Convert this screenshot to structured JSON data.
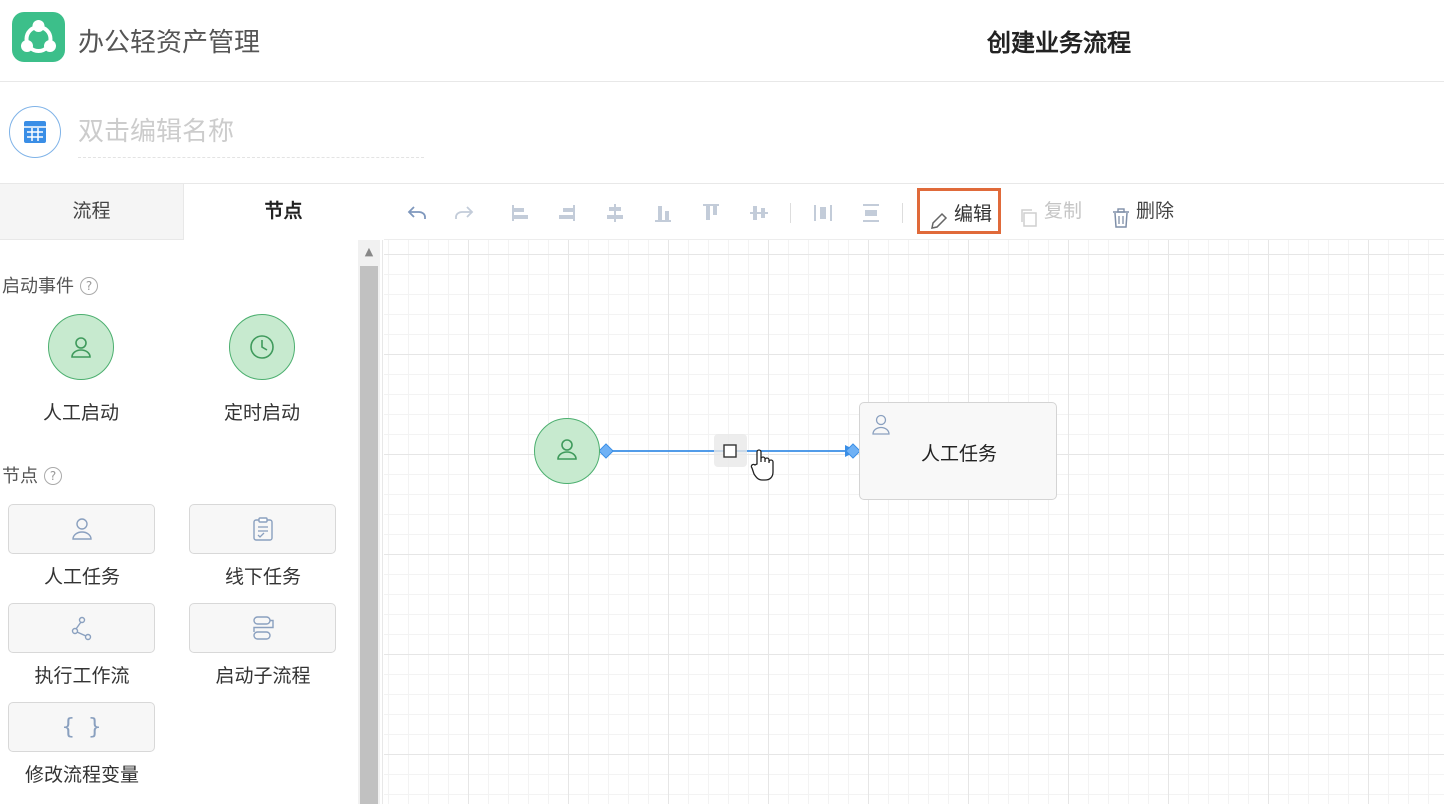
{
  "header": {
    "app_name": "办公轻资产管理",
    "page_title": "创建业务流程"
  },
  "name_row": {
    "placeholder": "双击编辑名称"
  },
  "left_panel": {
    "tabs": [
      {
        "label": "流程",
        "active": false
      },
      {
        "label": "节点",
        "active": true
      }
    ],
    "start_events": {
      "label": "启动事件",
      "help": "?",
      "items": [
        {
          "label": "人工启动",
          "icon": "user-icon"
        },
        {
          "label": "定时启动",
          "icon": "clock-icon"
        }
      ]
    },
    "nodes": {
      "label": "节点",
      "help": "?",
      "items": [
        {
          "label": "人工任务",
          "icon": "user-icon"
        },
        {
          "label": "线下任务",
          "icon": "clipboard-icon"
        },
        {
          "label": "执行工作流",
          "icon": "workflow-icon"
        },
        {
          "label": "启动子流程",
          "icon": "subprocess-icon"
        },
        {
          "label": "修改流程变量",
          "icon": "braces-icon"
        }
      ]
    }
  },
  "toolbar": {
    "edit": "编辑",
    "copy": "复制",
    "delete": "删除",
    "icons": [
      "undo-icon",
      "redo-icon",
      "align-left-icon",
      "align-right-icon",
      "align-center-h-icon",
      "align-bottom-icon",
      "align-top-icon",
      "align-middle-v-icon",
      "distribute-h-icon",
      "distribute-v-icon"
    ]
  },
  "canvas": {
    "start_node_icon": "user-icon",
    "task_node": {
      "label": "人工任务",
      "icon": "user-icon"
    }
  },
  "colors": {
    "accent": "#3a8ee6",
    "start_fill": "#c7eacf",
    "start_stroke": "#4caf6f",
    "edit_highlight": "#e06a3a",
    "logo": "#3cbf8a"
  }
}
